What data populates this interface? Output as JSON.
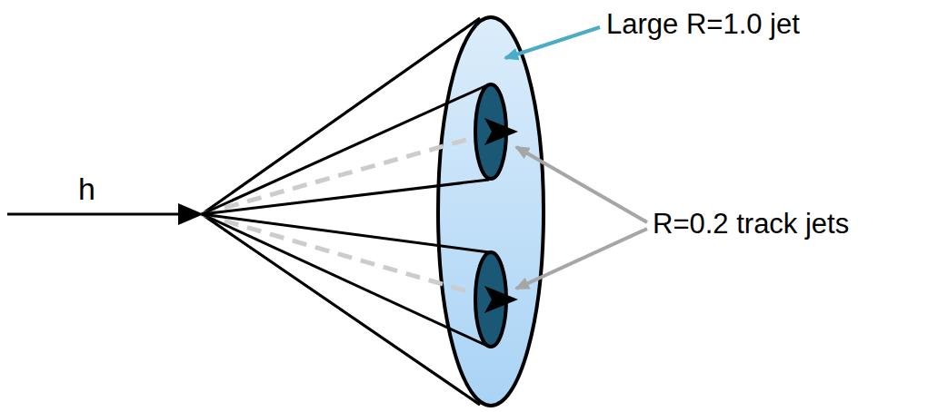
{
  "diagram": {
    "labels": [
      "h",
      "Large R=1.0 jet",
      "R=0.2 track jets"
    ]
  }
}
